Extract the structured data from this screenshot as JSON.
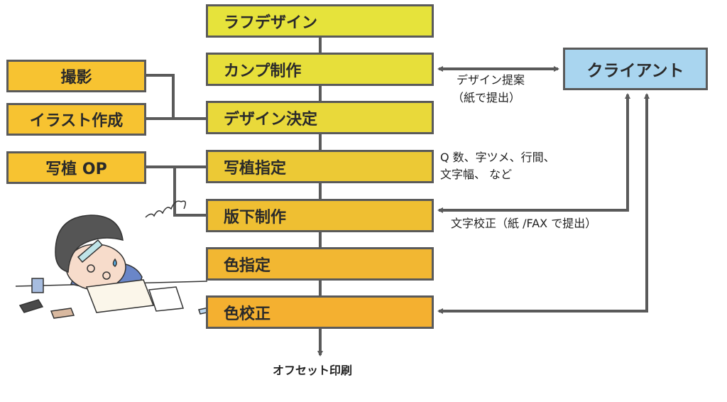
{
  "flow_steps": [
    {
      "label": "ラフデザイン",
      "color": "#e6e33b"
    },
    {
      "label": "カンプ制作",
      "color": "#e7df3a"
    },
    {
      "label": "デザイン決定",
      "color": "#e9d93a"
    },
    {
      "label": "写植指定",
      "color": "#ecc935"
    },
    {
      "label": "版下制作",
      "color": "#efbf32"
    },
    {
      "label": "色指定",
      "color": "#f2b732"
    },
    {
      "label": "色校正",
      "color": "#f4b030"
    }
  ],
  "side_tasks": [
    {
      "label": "撮影"
    },
    {
      "label": "イラスト作成"
    },
    {
      "label": "写植 OP"
    }
  ],
  "client": {
    "label": "クライアント",
    "color": "#a9d5ef"
  },
  "notes": {
    "design_proposal_line1": "デザイン提案",
    "design_proposal_line2": "（紙で提出）",
    "typesetting_line1": "Q 数、字ツメ、行間、",
    "typesetting_line2": "文字幅、 など",
    "proofreading": "文字校正（紙 /FAX で提出）"
  },
  "output_label": "オフセット印刷"
}
